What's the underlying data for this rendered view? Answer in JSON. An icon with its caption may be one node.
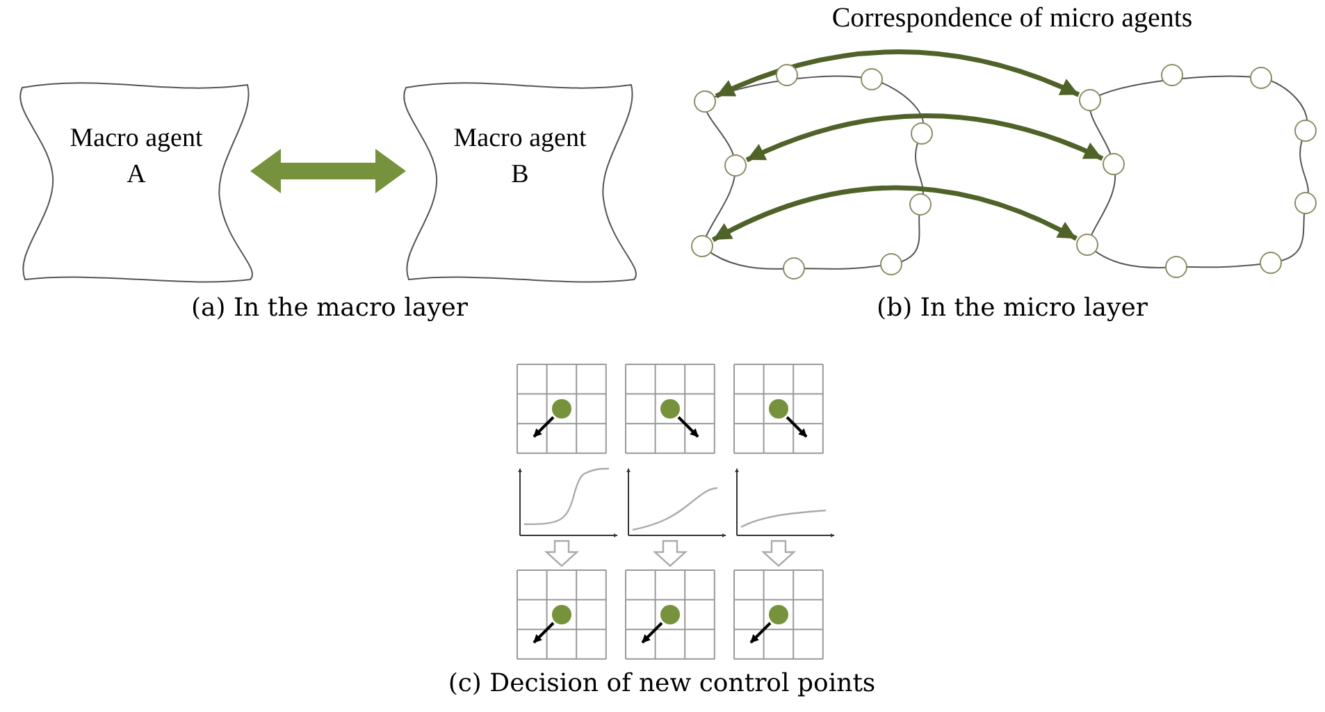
{
  "diagram": {
    "nodes": [
      {
        "text": [
          "Macro agent A"
        ]
      },
      {
        "text": [
          "Macro agent B"
        ]
      },
      {
        "text": [],
        "shape": "cloud"
      },
      {
        "text": [],
        "shape": "cloud"
      },
      {
        "text": [],
        "shape": "circle",
        "in": 2
      },
      {
        "text": [],
        "shape": "circle",
        "in": 2
      },
      {
        "text": [],
        "shape": "circle",
        "in": 2
      },
      {
        "text": [],
        "shape": "circle",
        "in": 2
      },
      {
        "text": [],
        "shape": "circle",
        "in": 2
      },
      {
        "text": [],
        "shape": "circle",
        "in": 2
      },
      {
        "text": [],
        "shape": "circle",
        "in": 2
      },
      {
        "text": [],
        "shape": "circle",
        "in": 2
      },
      {
        "text": [],
        "shape": "circle",
        "in": 2
      },
      {
        "text": [],
        "shape": "circle",
        "in": 3
      },
      {
        "text": [],
        "shape": "circle",
        "in": 3
      },
      {
        "text": [],
        "shape": "circle",
        "in": 3
      },
      {
        "text": [],
        "shape": "circle",
        "in": 3
      },
      {
        "text": [],
        "shape": "circle",
        "in": 3
      },
      {
        "text": [],
        "shape": "circle",
        "in": 3
      },
      {
        "text": [],
        "shape": "circle",
        "in": 3
      },
      {
        "text": [],
        "shape": "circle",
        "in": 3
      },
      {
        "text": [],
        "shape": "circle",
        "in": 3
      }
    ],
    "edges": [
      {
        "from": 0,
        "to": 1,
        "arrow": "both",
        "style": "thick",
        "color": "#76923c"
      },
      {
        "from": 5,
        "to": 14,
        "arrow": "both"
      },
      {
        "from": 6,
        "to": 15,
        "arrow": "both"
      },
      {
        "from": 4,
        "to": 13,
        "arrow": "both"
      }
    ],
    "labels": [
      "Correspondence of micro agents",
      "(a) In the macro layer",
      "(b) In the micro layer",
      "(c) Decision of new control points"
    ]
  }
}
